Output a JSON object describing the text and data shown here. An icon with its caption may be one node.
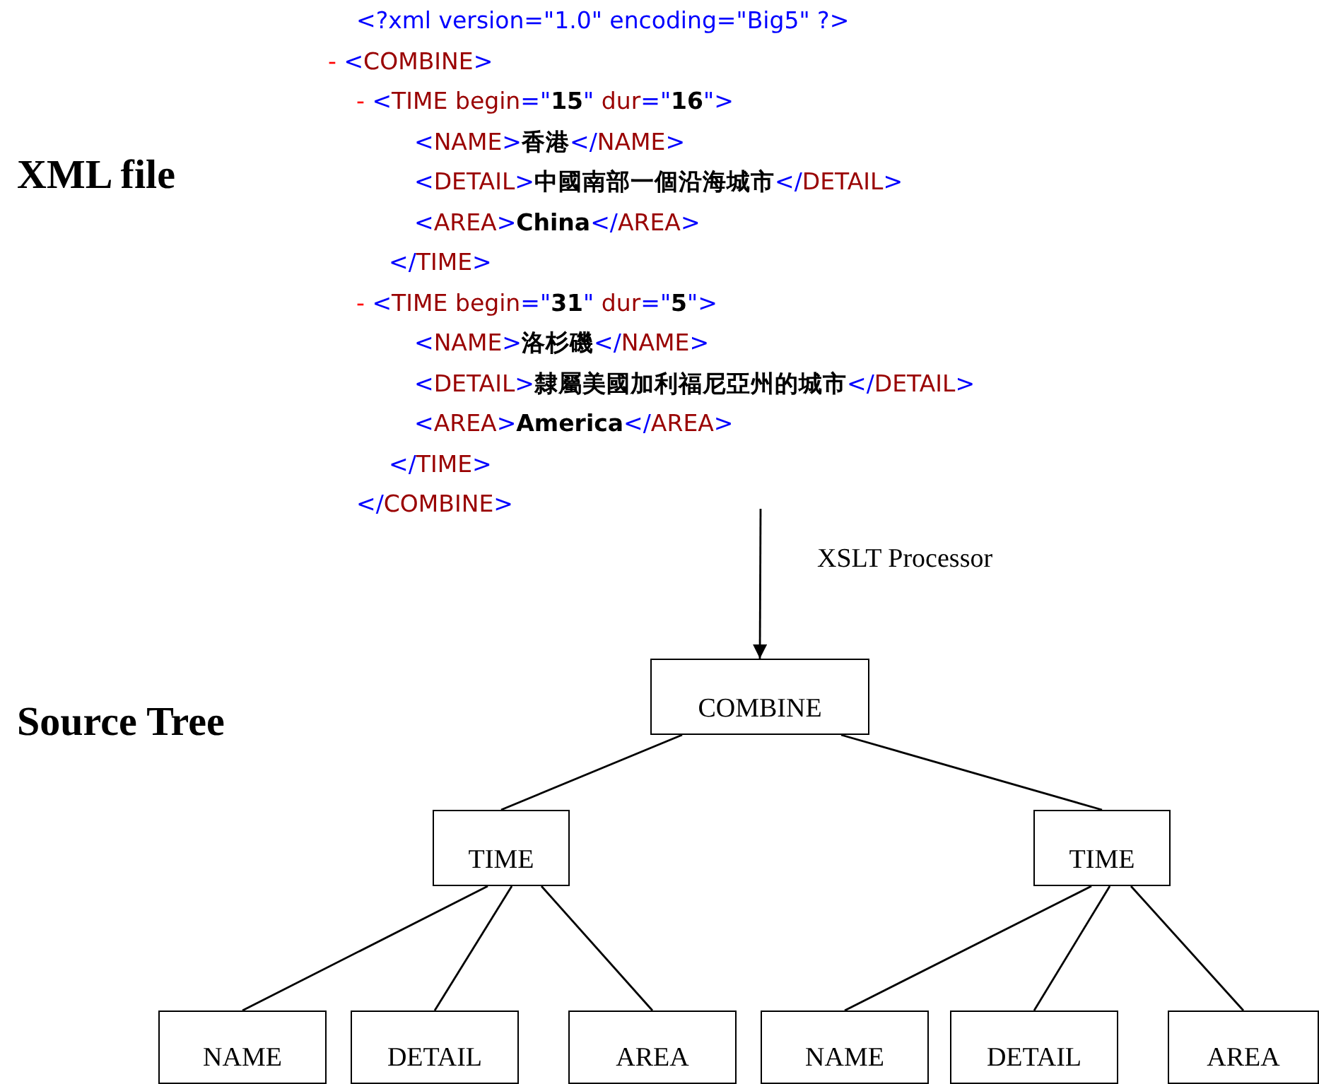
{
  "diagram": {
    "nodes": [
      {
        "text": [
          "<?xml version=\"1.0\" encoding=\"Big5\" ?>",
          "- <COMBINE>",
          "- <TIME begin=\"**15**\" dur=\"**16**\">",
          "<NAME>**香港**</NAME>",
          "<DETAIL>**中國南部一個沿海城市**</DETAIL>",
          "<AREA>**China**</AREA>",
          "</TIME>",
          "- <TIME begin=\"**31**\" dur=\"**5**\">",
          "<NAME>**洛杉磯**</NAME>",
          "<DETAIL>**隸屬美國加利福尼亞州的城市**</DETAIL>",
          "<AREA>**America**</AREA>",
          "</TIME>",
          "</COMBINE>"
        ]
      },
      {
        "text": [
          "COMBINE"
        ]
      },
      {
        "text": [
          "TIME"
        ]
      },
      {
        "text": [
          "TIME"
        ]
      },
      {
        "text": [
          "NAME"
        ]
      },
      {
        "text": [
          "DETAIL"
        ]
      },
      {
        "text": [
          "AREA"
        ]
      },
      {
        "text": [
          "NAME"
        ]
      },
      {
        "text": [
          "DETAIL"
        ]
      },
      {
        "text": [
          "AREA"
        ]
      }
    ],
    "edges": [
      {
        "from": 0,
        "to": 1,
        "arrow": "to",
        "label": "XSLT Processor"
      },
      {
        "from": 1,
        "to": 2,
        "arrow": "none"
      },
      {
        "from": 1,
        "to": 3,
        "arrow": "none"
      },
      {
        "from": 2,
        "to": 4,
        "arrow": "none"
      },
      {
        "from": 2,
        "to": 5,
        "arrow": "none"
      },
      {
        "from": 2,
        "to": 6,
        "arrow": "none"
      },
      {
        "from": 3,
        "to": 7,
        "arrow": "none"
      },
      {
        "from": 3,
        "to": 8,
        "arrow": "none"
      },
      {
        "from": 3,
        "to": 9,
        "arrow": "none"
      }
    ],
    "labels": [
      "XML file",
      "Source Tree"
    ]
  }
}
